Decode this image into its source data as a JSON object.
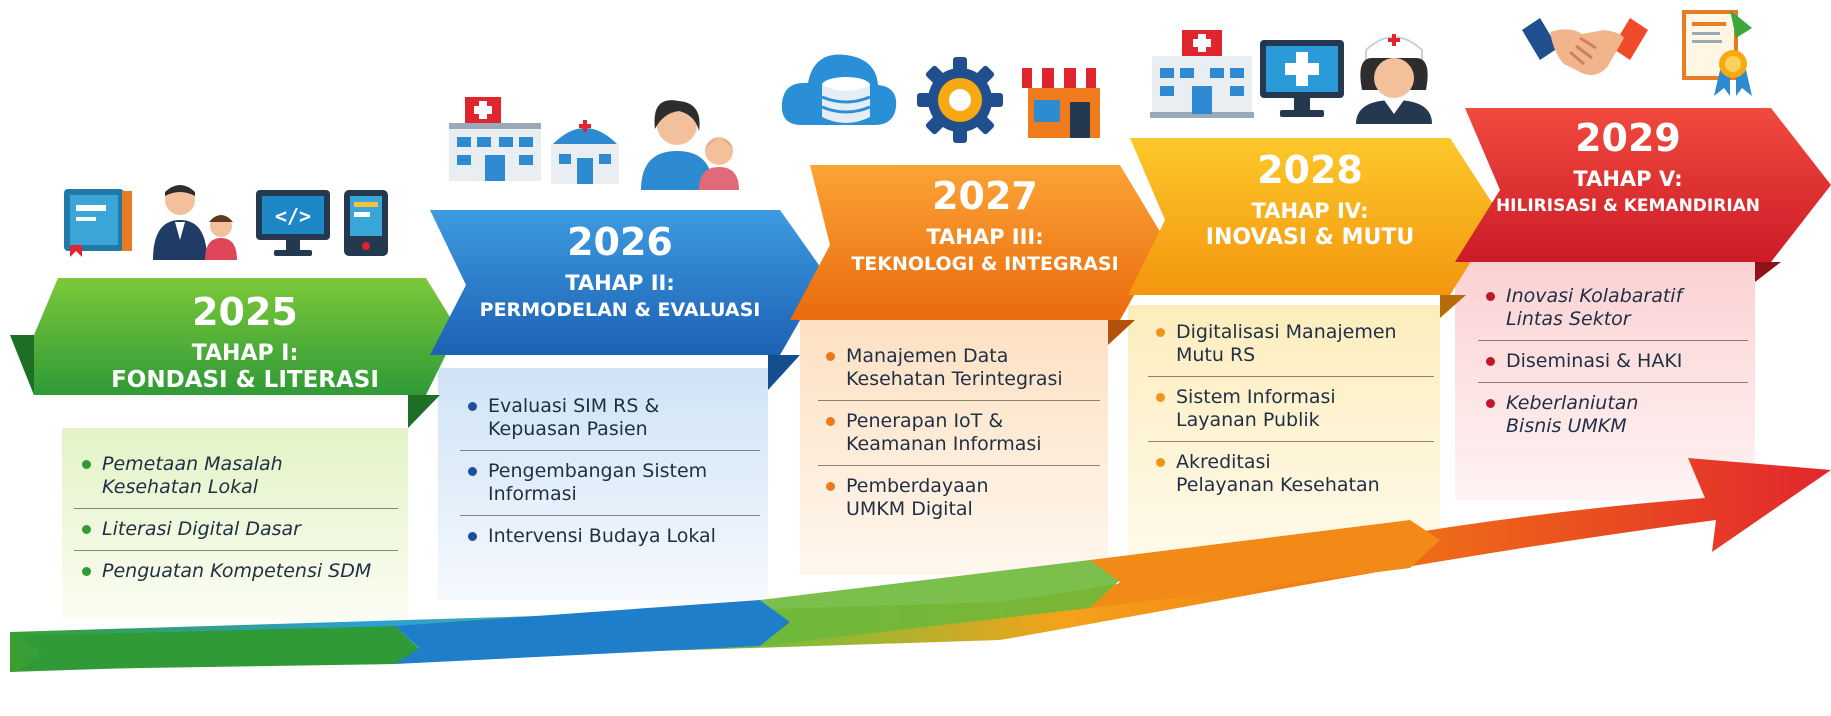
{
  "palette": {
    "green": "#3aa83a",
    "blue": "#2377c4",
    "orange": "#f07c12",
    "amber": "#f7a912",
    "red": "#e0252f",
    "text": "#1f2f44"
  },
  "stages": [
    {
      "year": "2025",
      "phase": "TAHAP I:",
      "subtitle": "FONDASI & LITERASI",
      "items": [
        "Pemetaan Masalah\nKesehatan Lokal",
        "Literasi Digital Dasar",
        "Penguatan Kompetensi SDM"
      ],
      "icons": [
        "book-icon",
        "parent-child-icon",
        "code-monitor-icon",
        "tablet-icon"
      ]
    },
    {
      "year": "2026",
      "phase": "TAHAP II:",
      "subtitle": "PERMODELAN & EVALUASI",
      "items": [
        "Evaluasi SIM RS &\nKepuasan Pasien",
        "Pengembangan Sistem\nInformasi",
        "Intervensi Budaya Lokal"
      ],
      "icons": [
        "hospital-icon",
        "clinic-icon",
        "mother-child-icon"
      ]
    },
    {
      "year": "2027",
      "phase": "TAHAP III:",
      "subtitle": "TEKNOLOGI & INTEGRASI",
      "items": [
        "Manajemen Data\nKesehatan Terintegrasi",
        "Penerapan IoT &\nKeamanan Informasi",
        "Pemberdayaan\nUMKM Digital"
      ],
      "icons": [
        "cloud-database-icon",
        "gear-icon",
        "store-icon"
      ]
    },
    {
      "year": "2028",
      "phase": "TAHAP IV:",
      "subtitle": "INOVASI & MUTU",
      "items": [
        "Digitalisasi Manajemen\nMutu RS",
        "Sistem Informasi\nLayanan Publik",
        "Akreditasi\nPelayanan Kesehatan"
      ],
      "icons": [
        "hospital-icon",
        "medical-monitor-icon",
        "nurse-icon"
      ]
    },
    {
      "year": "2029",
      "phase": "TAHAP V:",
      "subtitle": "HILIRISASI & KEMANDIRIAN",
      "items": [
        "Inovasi Kolabaratif\nLintas Sektor",
        "Diseminasi & HAKI",
        "Keberlaniutan\nBisnis UMKM"
      ],
      "icons": [
        "handshake-icon",
        "certificate-icon"
      ]
    }
  ]
}
